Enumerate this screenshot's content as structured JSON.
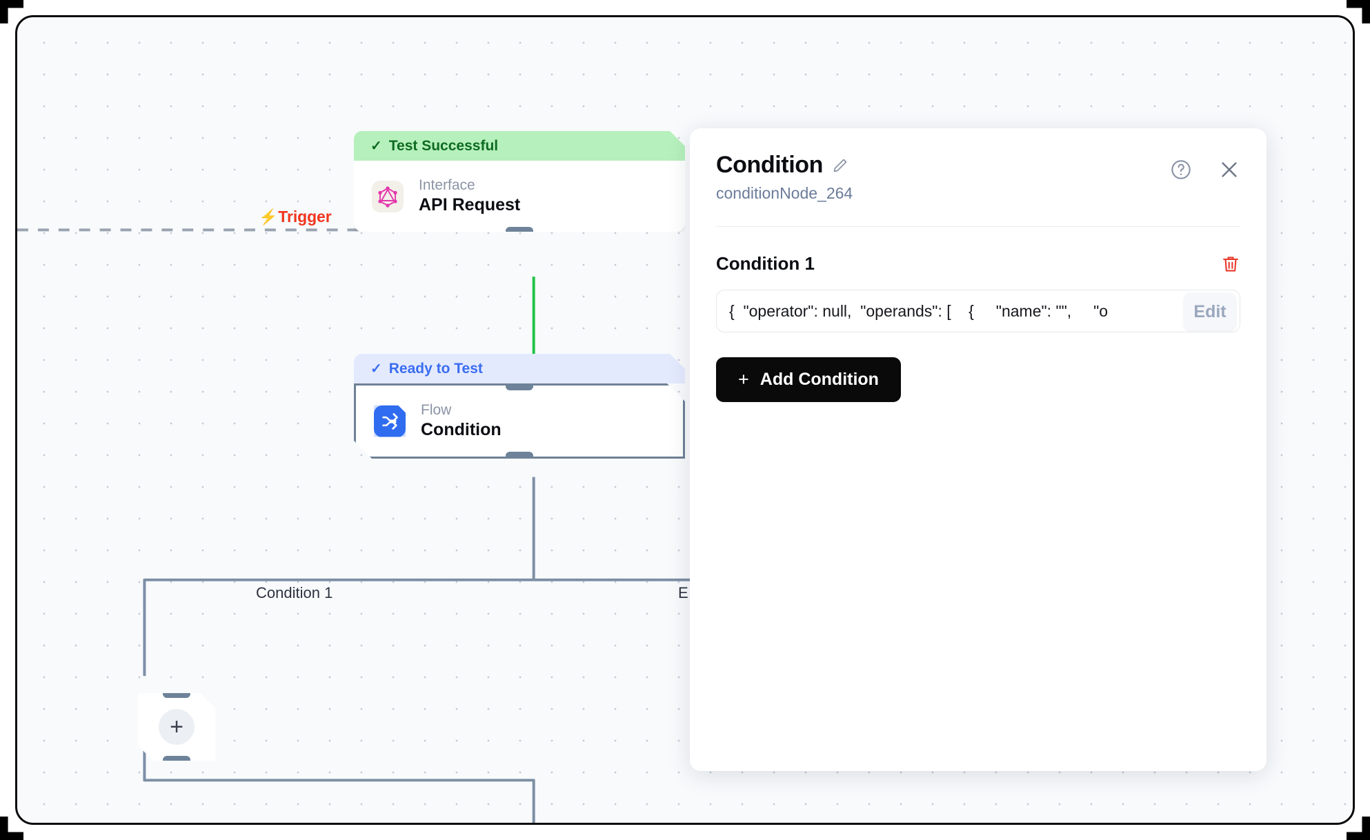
{
  "canvas": {
    "trigger": {
      "label": "Trigger",
      "icon": "lightning-bolt-icon"
    },
    "nodes": [
      {
        "id": "api-request",
        "status": "Test Successful",
        "status_type": "success",
        "kind": "Interface",
        "title": "API Request",
        "icon": "graphql-icon"
      },
      {
        "id": "condition",
        "status": "Ready to Test",
        "status_type": "ready",
        "kind": "Flow",
        "title": "Condition",
        "icon": "flow-branch-icon"
      }
    ],
    "edge_labels": [
      {
        "text": "Condition 1"
      },
      {
        "text": "E"
      }
    ],
    "add_node": {
      "label": "+"
    }
  },
  "panel": {
    "title": "Condition",
    "edit_icon": "pencil-icon",
    "subtitle": "conditionNode_264",
    "help_icon": "help-circle-icon",
    "close_icon": "close-icon",
    "condition": {
      "label": "Condition 1",
      "delete_icon": "trash-icon",
      "json_value": "{  \"operator\": null,  \"operands\": [    {     \"name\": \"\",     \"o",
      "edit_label": "Edit"
    },
    "add_condition": {
      "plus": "+",
      "label": "Add Condition"
    }
  },
  "colors": {
    "success_bg": "#b6f0bc",
    "success_text": "#0e6b21",
    "ready_bg": "#e4eafe",
    "ready_text": "#3a6df0",
    "trigger_red": "#f0361f",
    "edge_green": "#22c348",
    "edge_gray": "#7d8fa5",
    "accent_black": "#0a0a0a",
    "delete_red": "#e8392b"
  }
}
